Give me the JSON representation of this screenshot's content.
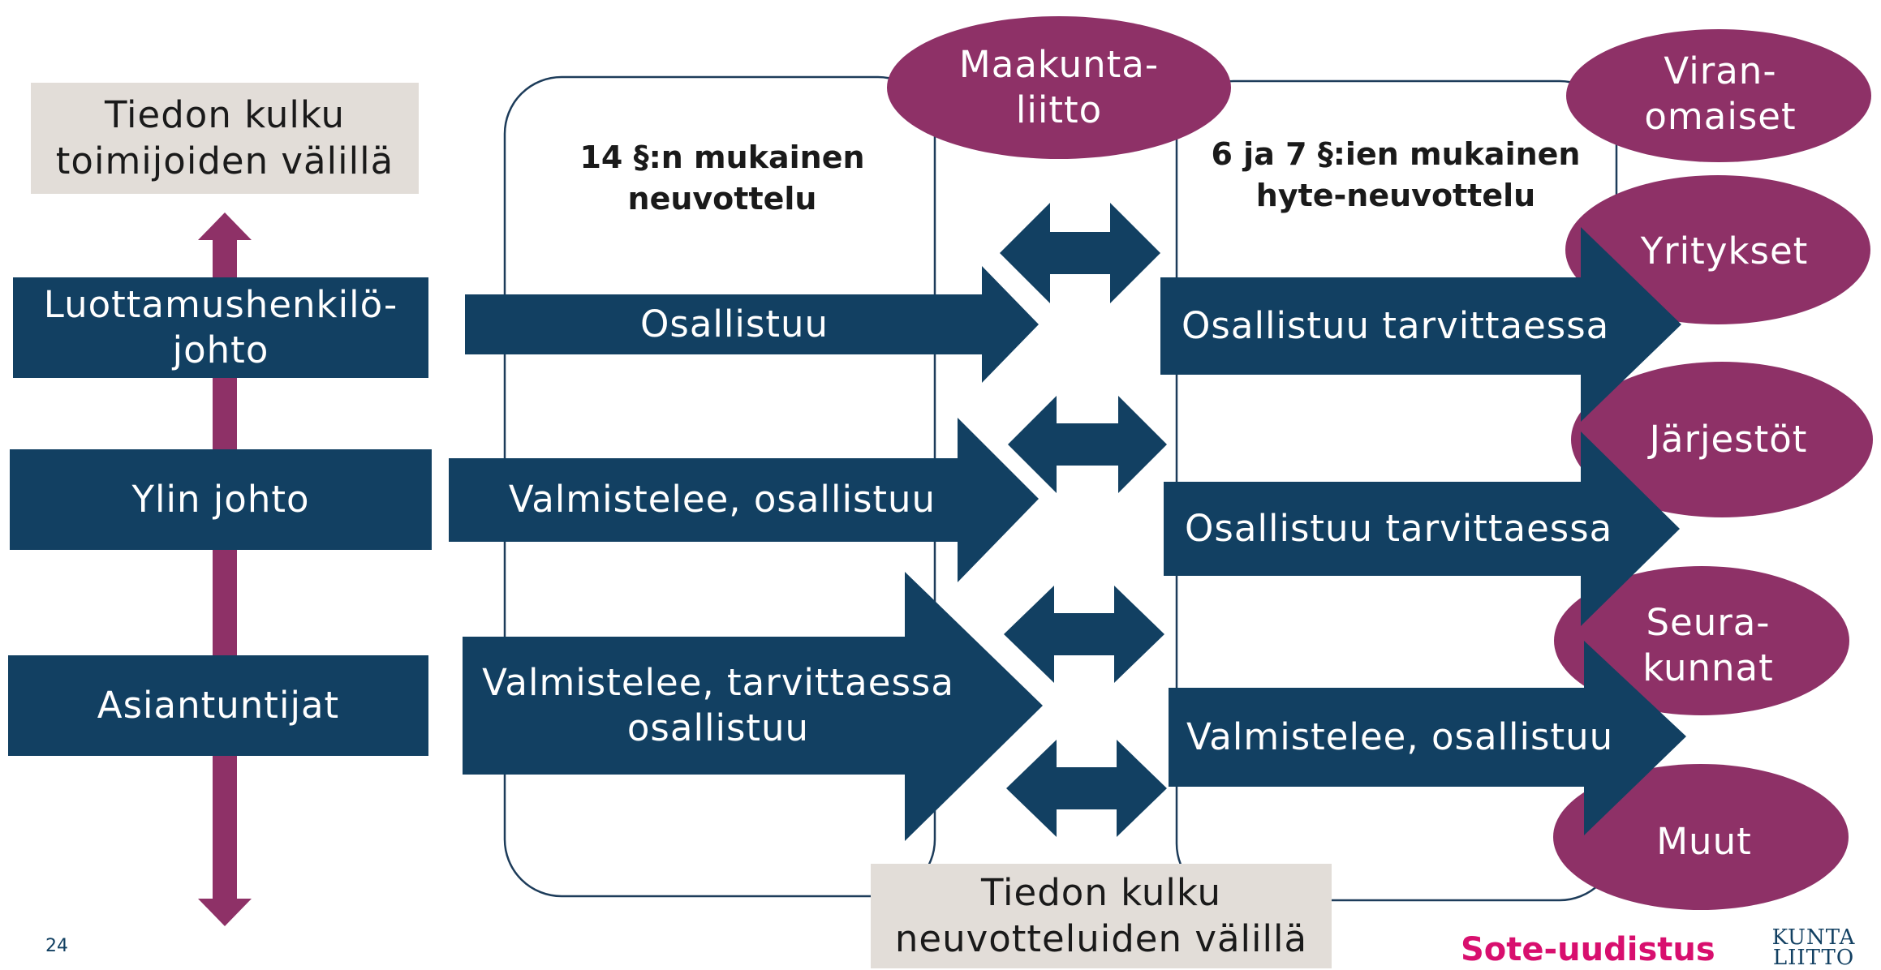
{
  "info_flow_actors": "Tiedon kulku toimijoiden välillä",
  "info_flow_consultations": "Tiedon kulku neuvotteluiden välillä",
  "levels": [
    {
      "label": "Luottamushenkilö-johto"
    },
    {
      "label": "Ylin johto"
    },
    {
      "label": "Asiantuntijat"
    }
  ],
  "consultation_14": {
    "title": "14 §:n mukainen neuvottelu",
    "roles": [
      "Osallistuu",
      "Valmistelee, osallistuu",
      "Valmistelee, tarvittaessa osallistuu"
    ]
  },
  "consultation_hyte": {
    "title": "6 ja 7 §:ien mukainen hyte-neuvottelu",
    "roles": [
      "Osallistuu tarvittaessa",
      "Osallistuu tarvittaessa",
      "Valmistelee, osallistuu"
    ]
  },
  "maakuntaliitto": "Maakunta-liitto",
  "stakeholders": [
    "Viran-omaiset",
    "Yritykset",
    "Järjestöt",
    "Seura-kunnat",
    "Muut"
  ],
  "page_number": "24",
  "brand_sote": "Sote-uudistus",
  "brand_kuntaliitto": "KUNTA LIITTO",
  "colors": {
    "navy": "#124062",
    "plum": "#8e3167",
    "beige": "#e2ddd8",
    "border": "#1d3c5a",
    "brand_pink": "#d80f6e"
  }
}
